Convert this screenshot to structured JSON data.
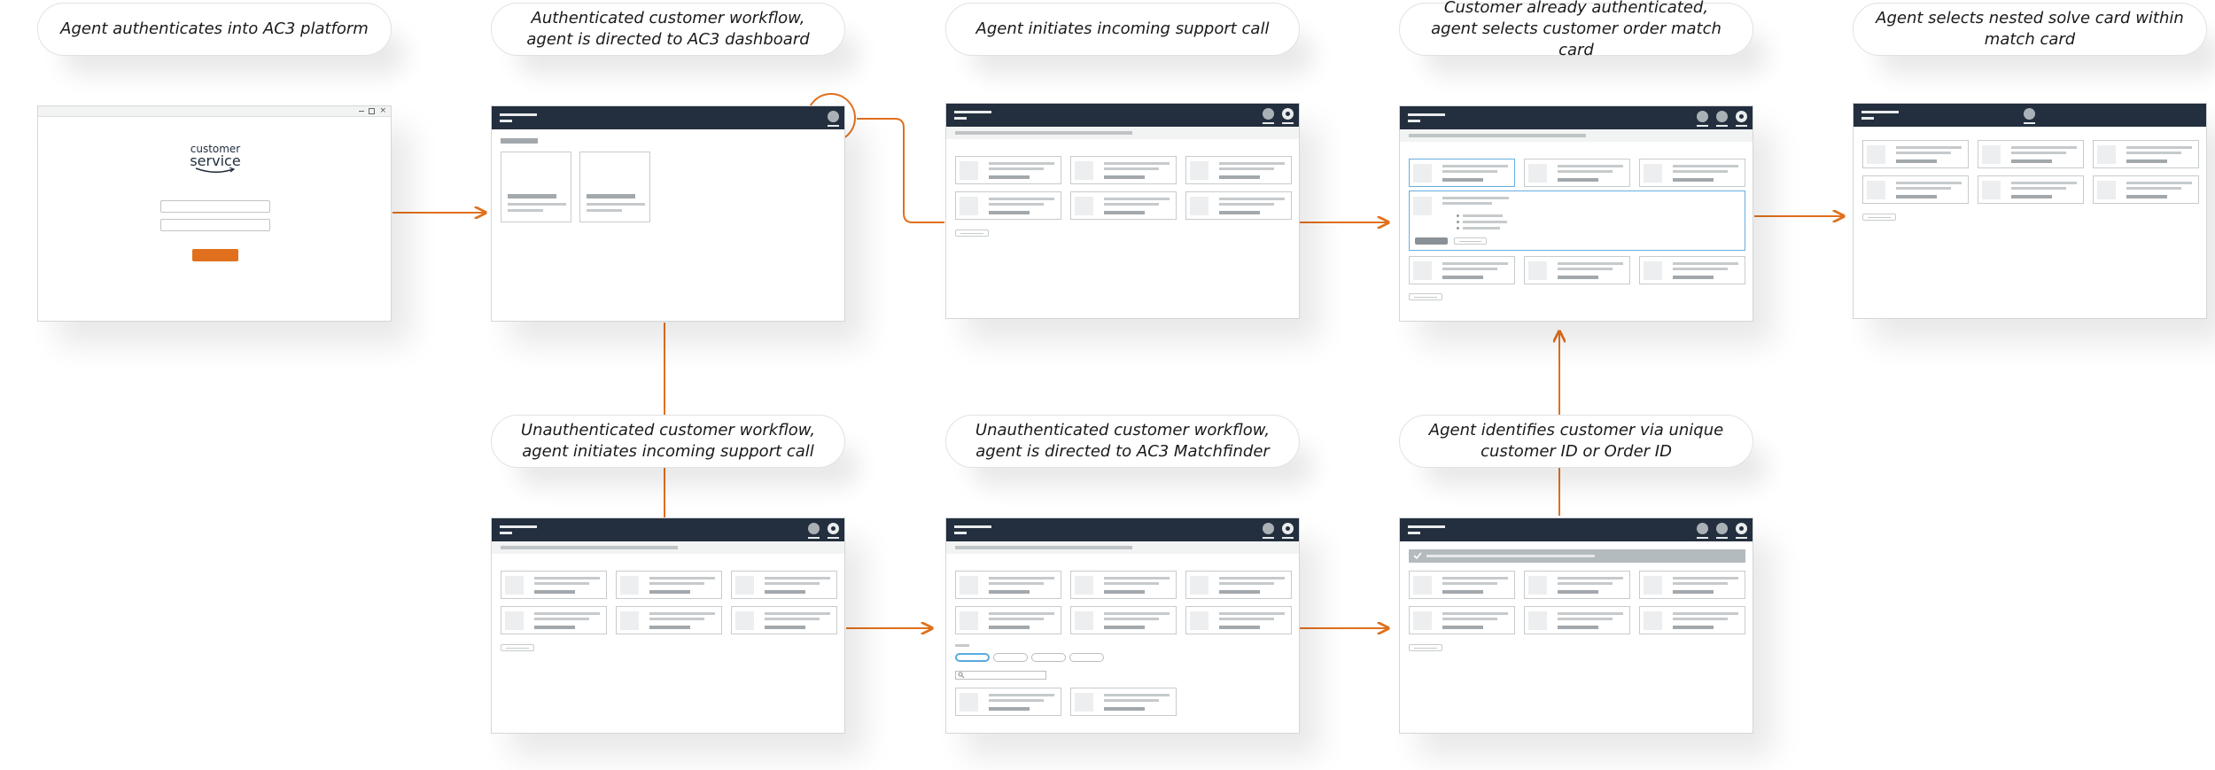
{
  "steps": [
    {
      "caption": "Agent authenticates into AC3 platform"
    },
    {
      "caption": "Authenticated customer workflow, agent is directed to AC3 dashboard"
    },
    {
      "caption": "Agent initiates incoming support call"
    },
    {
      "caption": "Customer already authenticated, agent selects customer order match card"
    },
    {
      "caption": "Agent selects nested solve card within match card"
    },
    {
      "caption": "Unauthenticated customer workflow, agent initiates incoming support call"
    },
    {
      "caption": "Unauthenticated customer workflow, agent is directed to AC3 Matchfinder"
    },
    {
      "caption": "Agent identifies customer via unique customer ID or Order ID"
    }
  ],
  "login": {
    "logo_line1": "customer",
    "logo_line2": "service",
    "window_controls": [
      "minimize-icon",
      "maximize-icon",
      "close-icon"
    ]
  },
  "colors": {
    "accent": "#e0701e",
    "appbar": "#232f3e",
    "selection": "#66aee0",
    "success_banner": "#b3bbbf"
  },
  "icons": [
    "user-avatar-icon",
    "phone-icon",
    "search-icon",
    "checkmark-icon",
    "arrow-icon"
  ]
}
